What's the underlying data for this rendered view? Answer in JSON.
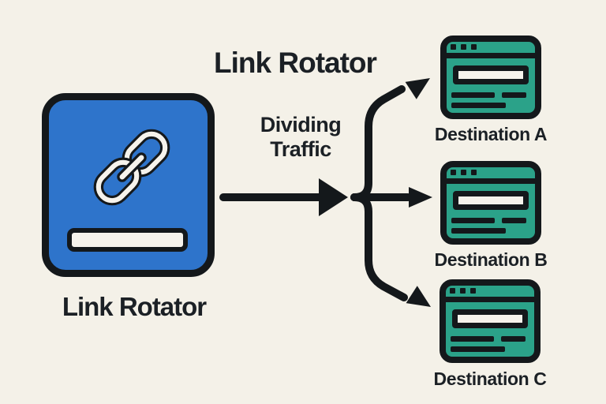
{
  "diagram": {
    "heading": "Link Rotator",
    "flow_label": "Dividing Traffic",
    "source": {
      "label": "Link Rotator",
      "icon": "chain-link-icon"
    },
    "destinations": [
      {
        "label": "Destination A",
        "icon": "browser-window-icon"
      },
      {
        "label": "Destination B",
        "icon": "browser-window-icon"
      },
      {
        "label": "Destination C",
        "icon": "browser-window-icon"
      }
    ]
  },
  "colors": {
    "background": "#f4f1e8",
    "blue": "#2e74cb",
    "green": "#2ba289",
    "ink": "#14181b",
    "text": "#1b2025",
    "white": "#f6f3ec"
  }
}
